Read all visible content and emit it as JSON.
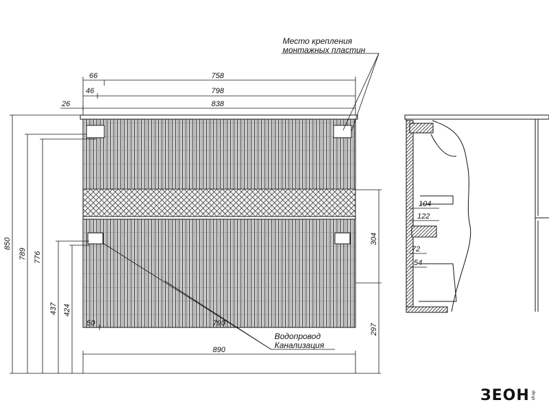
{
  "dimensions": {
    "top": [
      "66",
      "758",
      "46",
      "798",
      "26",
      "838"
    ],
    "left_vertical": [
      "850",
      "789",
      "776",
      "437",
      "424"
    ],
    "right_vertical": [
      "304",
      "297"
    ],
    "bottom": [
      "50",
      "790",
      "890"
    ],
    "side_view": [
      "104",
      "122",
      "72",
      "54"
    ]
  },
  "annotations": {
    "mounting_line1": "Место крепления",
    "mounting_line2": "монтажных пластин",
    "water": "Водопровод",
    "sewer": "Канализация"
  },
  "logo": {
    "mark": "ЗЕОН",
    "sub": "shop"
  },
  "colors": {
    "line": "#111111",
    "hatch": "#333333",
    "background": "#ffffff"
  }
}
